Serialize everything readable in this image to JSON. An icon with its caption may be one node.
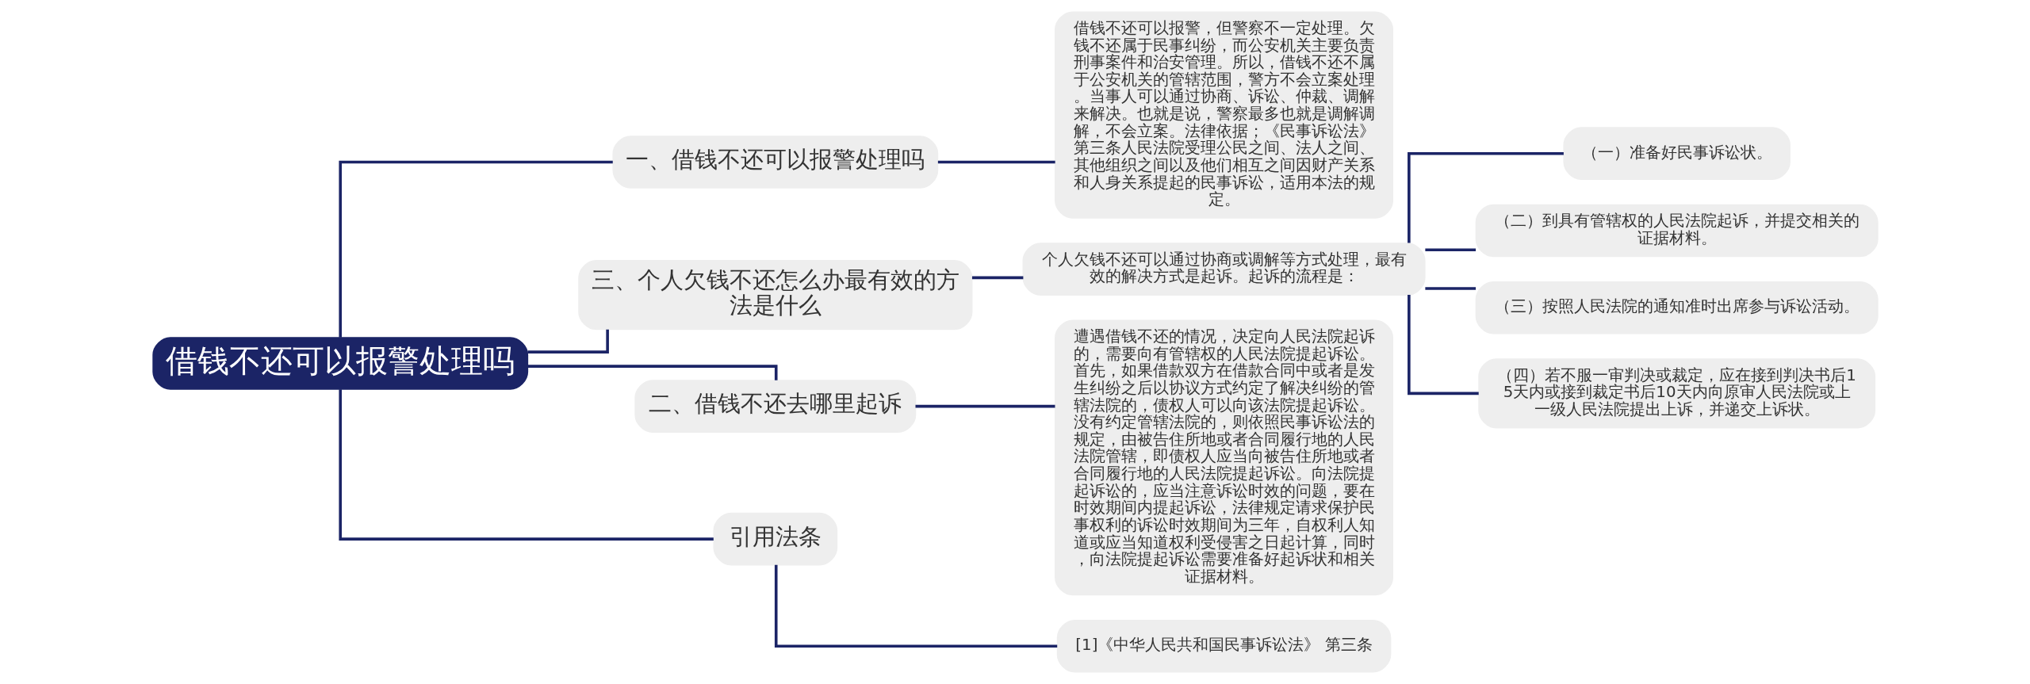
{
  "diagram": {
    "nodes": [
      {
        "text": [
          "借钱不还可以报警处理吗"
        ]
      },
      {
        "text": [
          "一、借钱不还可以报警处理吗"
        ]
      },
      {
        "text": [
          "借钱不还可以报警，但警察不一定处理。欠钱不还属于民事纠纷，而公安机关主要负责刑事案件和治安管理。所以，借钱不还不属于公安机关的管辖范围，警方不会立案处理。当事人可以通过协商、诉讼、仲裁、调解来解决。也就是说，警察最多也就是调解调解，不会立案。法律依据；《民事诉讼法》第三条人民法院受理公民之间、法人之间、其他组织之间以及他们相互之间因财产关系和人身关系提起的民事诉讼，适用本法的规定。"
        ]
      },
      {
        "text": [
          "三、个人欠钱不还怎么办最有效的方法是什么"
        ]
      },
      {
        "text": [
          "个人欠钱不还可以通过协商或调解等方式处理，最有效的解决方式是起诉。起诉的流程是："
        ]
      },
      {
        "text": [
          "（一）准备好民事诉讼状。"
        ]
      },
      {
        "text": [
          "（二）到具有管辖权的人民法院起诉，并提交相关的证据材料。"
        ]
      },
      {
        "text": [
          "（三）按照人民法院的通知准时出席参与诉讼活动。"
        ]
      },
      {
        "text": [
          "（四）若不服一审判决或裁定，应在接到判决书后15天内或接到裁定书后10天内向原审人民法院或上一级人民法院提出上诉，并递交上诉状。"
        ]
      },
      {
        "text": [
          "二、借钱不还去哪里起诉"
        ]
      },
      {
        "text": [
          "遭遇借钱不还的情况，决定向人民法院起诉的，需要向有管辖权的人民法院提起诉讼。首先，如果借款双方在借款合同中或者是发生纠纷之后以协议方式约定了解决纠纷的管辖法院的，债权人可以向该法院提起诉讼。没有约定管辖法院的，则依照民事诉讼法的规定，由被告住所地或者合同履行地的人民法院管辖，即债权人应当向被告住所地或者合同履行地的人民法院提起诉讼。向法院提起诉讼的，应当注意诉讼时效的问题，要在时效期间内提起诉讼，法律规定请求保护民事权利的诉讼时效期间为三年，自权利人知道或应当知道权利受侵害之日起计算，同时，向法院提起诉讼需要准备好起诉状和相关证据材料。"
        ]
      },
      {
        "text": [
          "引用法条"
        ]
      },
      {
        "text": [
          "[1]《中华人民共和国民事诉讼法》 第三条"
        ]
      }
    ],
    "edges": [
      {
        "from": 0,
        "to": 1,
        "arrow": "none"
      },
      {
        "from": 1,
        "to": 2,
        "arrow": "none"
      },
      {
        "from": 0,
        "to": 3,
        "arrow": "none"
      },
      {
        "from": 3,
        "to": 4,
        "arrow": "none"
      },
      {
        "from": 4,
        "to": 5,
        "arrow": "none"
      },
      {
        "from": 4,
        "to": 6,
        "arrow": "none"
      },
      {
        "from": 4,
        "to": 7,
        "arrow": "none"
      },
      {
        "from": 4,
        "to": 8,
        "arrow": "none"
      },
      {
        "from": 0,
        "to": 9,
        "arrow": "none"
      },
      {
        "from": 9,
        "to": 10,
        "arrow": "none"
      },
      {
        "from": 0,
        "to": 11,
        "arrow": "none"
      },
      {
        "from": 11,
        "to": 12,
        "arrow": "none"
      }
    ]
  }
}
